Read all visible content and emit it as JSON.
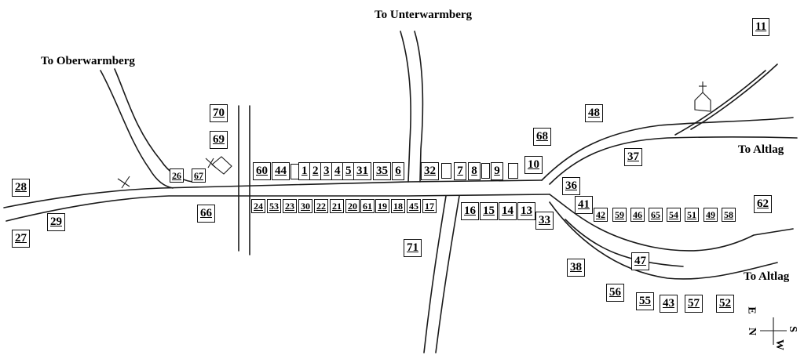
{
  "destinations": {
    "oberwarmberg": "To Oberwarmberg",
    "unterwarmberg": "To Unterwarmberg",
    "altlag_east": "To Altlag",
    "altlag_south": "To Altlag"
  },
  "lots": {
    "l11": "11",
    "l70": "70",
    "l69": "69",
    "l68": "68",
    "l48": "48",
    "l37": "37",
    "l28": "28",
    "l29": "29",
    "l27": "27",
    "l26": "26",
    "l67": "67",
    "l66": "66",
    "l60": "60",
    "l44": "44",
    "l1": "1",
    "l2": "2",
    "l3": "3",
    "l4": "4",
    "l5": "5",
    "l31": "31",
    "l35": "35",
    "l6": "6",
    "l32": "32",
    "l7": "7",
    "l8": "8",
    "l9": "9",
    "l10": "10",
    "l24": "24",
    "l53": "53",
    "l23": "23",
    "l30": "30",
    "l22": "22",
    "l21": "21",
    "l20": "20",
    "l61": "61",
    "l19": "19",
    "l18": "18",
    "l45": "45",
    "l17": "17",
    "l16": "16",
    "l15": "15",
    "l14": "14",
    "l13": "13",
    "l33": "33",
    "l36": "36",
    "l41": "41",
    "l42": "42",
    "l59": "59",
    "l46": "46",
    "l65": "65",
    "l54": "54",
    "l51": "51",
    "l49": "49",
    "l58": "58",
    "l62": "62",
    "l71": "71",
    "l38": "38",
    "l47": "47",
    "l56": "56",
    "l55": "55",
    "l43": "43",
    "l57": "57",
    "l52": "52"
  },
  "compass": {
    "e": "E",
    "s": "S",
    "n": "N",
    "w": "W"
  }
}
